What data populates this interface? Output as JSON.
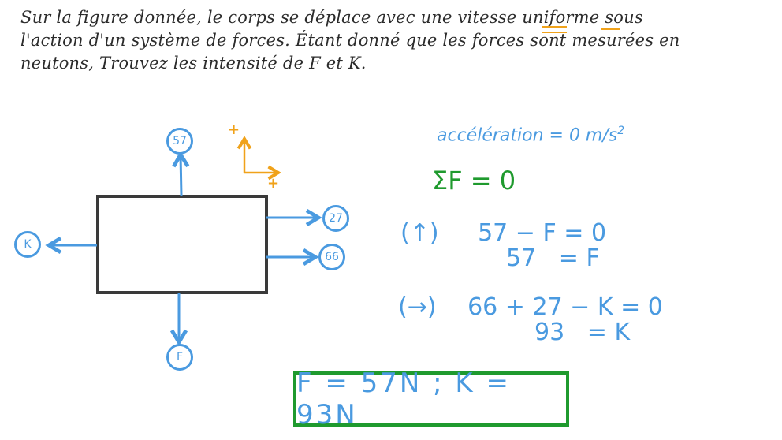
{
  "problem": {
    "lines": [
      "Sur la figure donnée, le corps se déplace avec une vitesse uniforme sous",
      "l'action d'un système de forces. Étant donné que les forces sont mesurées en",
      "neutons, Trouvez les intensité de F et K."
    ],
    "highlighted_words": [
      "vitesse",
      "uniforme"
    ]
  },
  "diagram": {
    "forces": [
      {
        "label": "57",
        "direction": "up"
      },
      {
        "label": "27",
        "direction": "right"
      },
      {
        "label": "66",
        "direction": "right"
      },
      {
        "label": "K",
        "direction": "left"
      },
      {
        "label": "F",
        "direction": "down"
      }
    ],
    "axes": {
      "x_sign": "+",
      "y_sign": "+"
    }
  },
  "solution": {
    "acceleration": "accélération = 0 m/s",
    "acceleration_exp": "2",
    "sum_forces": "ΣF = 0",
    "vertical": {
      "label": "(↑)",
      "eq1": "57 − F = 0",
      "eq2": "57   = F"
    },
    "horizontal": {
      "label": "(→)",
      "eq1": "66 + 27 − K = 0",
      "eq2": "93   = K"
    },
    "answer": "F = 57N ; K = 93N"
  },
  "colors": {
    "ink": "#2b2b2b",
    "blue": "#4a9ae0",
    "green": "#1f9a2e",
    "orange": "#f0a21a",
    "box": "#3a3a3a"
  }
}
